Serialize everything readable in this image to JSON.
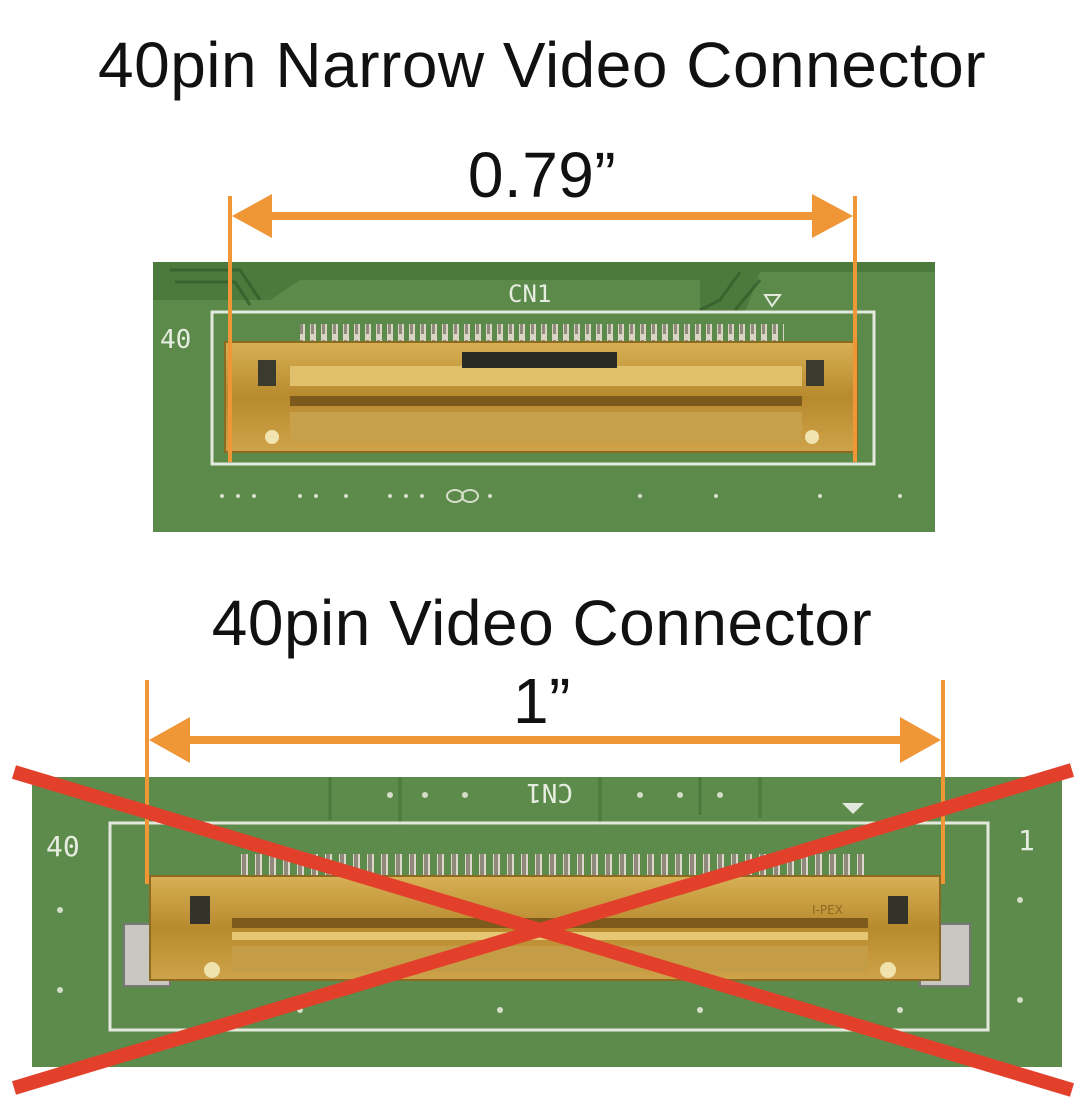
{
  "top": {
    "title": "40pin Narrow Video Connector",
    "dimension": "0.79”",
    "pin_label_left": "40",
    "silkscreen": "CN1"
  },
  "bottom": {
    "title": "40pin Video Connector",
    "dimension": "1”",
    "pin_label_left": "40",
    "pin_label_right": "1",
    "silkscreen": "CN1",
    "maker_mark": "I-PEX",
    "crossed_out": true
  },
  "colors": {
    "arrow": "#ef9737",
    "cross": "#e2402b",
    "pcb": "#5d8a4c",
    "connector_gold": "#c89a3a"
  }
}
